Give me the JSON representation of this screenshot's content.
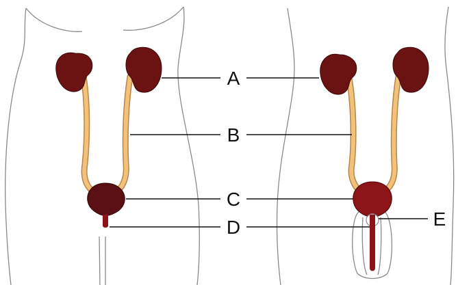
{
  "figure": {
    "labels": {
      "A": "A",
      "B": "B",
      "C": "C",
      "D": "D",
      "E": "E"
    }
  },
  "colors": {
    "kidney": "#6b1212",
    "kidney_outline": "#3a0808",
    "ureter": "#f3c27a",
    "ureter_outline": "#b8844a",
    "bladder": "#5a0f12",
    "urethra": "#8a1418",
    "outline": "#8a8a8a"
  },
  "icons": {
    "kidney": "kidney-icon",
    "bladder": "bladder-icon"
  }
}
